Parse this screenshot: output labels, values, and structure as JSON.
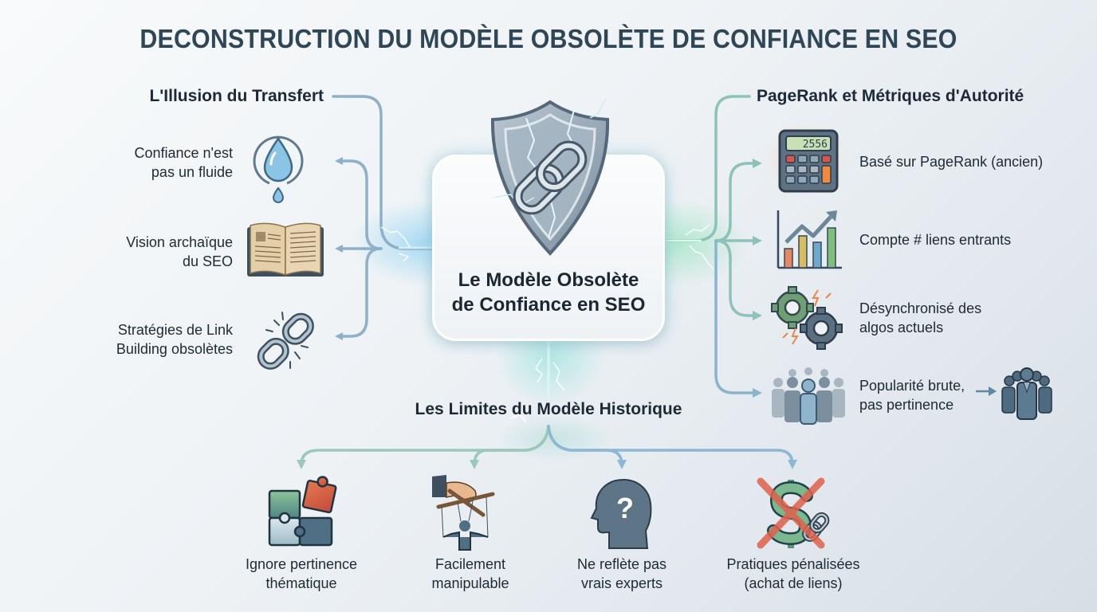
{
  "title": "DECONSTRUCTION DU MODÈLE OBSOLÈTE DE CONFIANCE EN SEO",
  "center": {
    "line1": "Le Modèle Obsolète",
    "line2": "de Confiance en SEO",
    "icon": "broken-shield-chain-icon"
  },
  "left": {
    "title": "L'Illusion du Transfert",
    "items": [
      {
        "line1": "Confiance n'est",
        "line2": "pas un fluide",
        "icon": "water-drop-icon"
      },
      {
        "line1": "Vision archaïque",
        "line2": "du SEO",
        "icon": "old-book-icon"
      },
      {
        "line1": "Stratégies de Link",
        "line2": "Building obsolètes",
        "icon": "broken-chain-icon"
      }
    ]
  },
  "right": {
    "title": "PageRank et Métriques d'Autorité",
    "items": [
      {
        "line1": "Basé sur PageRank (ancien)",
        "line2": "",
        "icon": "calculator-icon",
        "display": "2556"
      },
      {
        "line1": "Compte # liens entrants",
        "line2": "",
        "icon": "bar-chart-icon"
      },
      {
        "line1": "Désynchronisé des",
        "line2": "algos actuels",
        "icon": "gears-icon"
      },
      {
        "line1": "Popularité brute,",
        "line2": "pas pertinence",
        "icon": "crowd-icon",
        "target_icon": "expert-group-icon"
      }
    ]
  },
  "bottom": {
    "title": "Les Limites du Modèle Historique",
    "items": [
      {
        "line1": "Ignore pertinence",
        "line2": "thématique",
        "icon": "puzzle-icon"
      },
      {
        "line1": "Facilement",
        "line2": "manipulable",
        "icon": "puppet-icon"
      },
      {
        "line1": "Ne reflète pas",
        "line2": "vrais experts",
        "icon": "head-question-icon"
      },
      {
        "line1": "Pratiques pénalisées",
        "line2": "(achat de liens)",
        "icon": "crossed-money-link-icon"
      }
    ]
  },
  "colors": {
    "title": "#2f4656",
    "connector_left": "#8fb0c6",
    "connector_right": "#8cc2b8",
    "connector_bottom_green": "#9cc8bc",
    "connector_bottom_blue": "#8cb8d4",
    "glow_blue": "#7cc9ef",
    "glow_green": "#86e0b0",
    "accent_orange": "#e8854f",
    "accent_red": "#e0614d"
  }
}
